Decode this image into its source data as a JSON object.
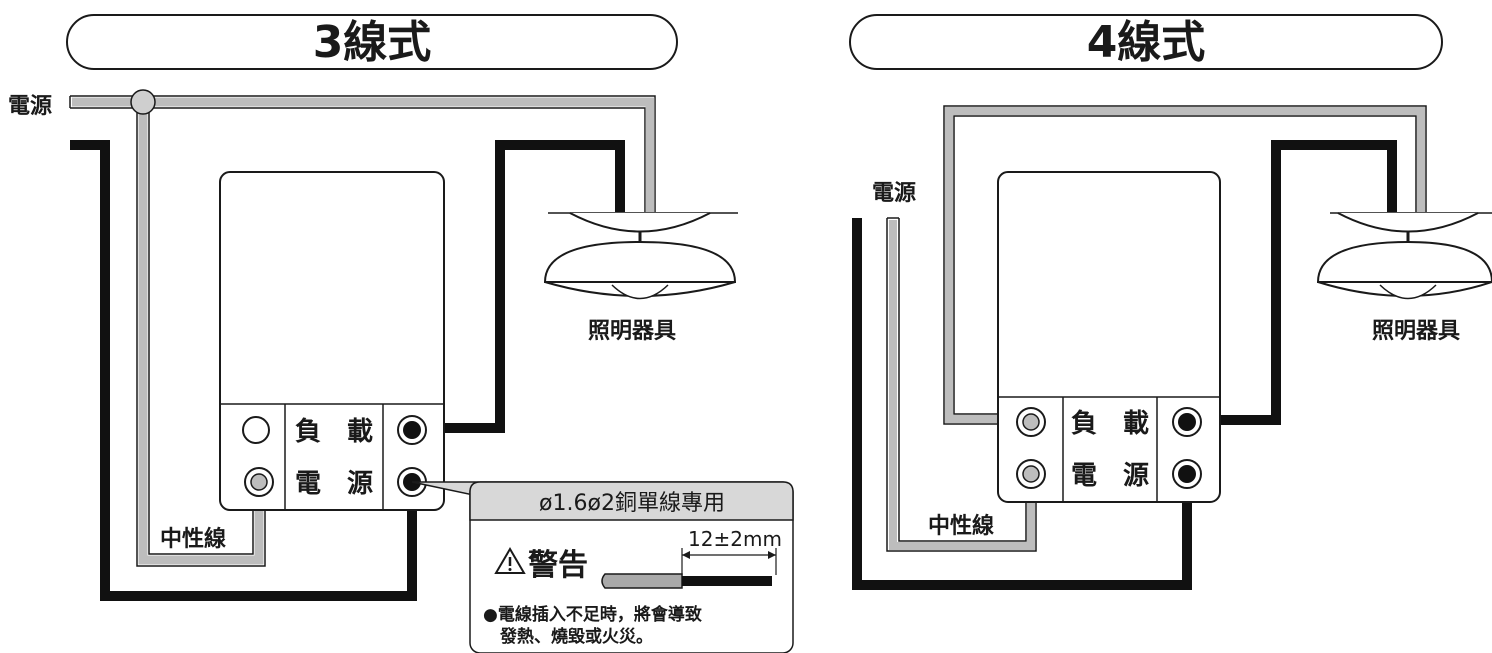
{
  "left": {
    "title": "3線式",
    "power_label": "電源",
    "neutral_label": "中性線",
    "fixture_label": "照明器具",
    "terminals": {
      "load": "負　載",
      "power": "電　源"
    }
  },
  "right": {
    "title": "4線式",
    "power_label": "電源",
    "neutral_label": "中性線",
    "fixture_label": "照明器具",
    "terminals": {
      "load": "負　載",
      "power": "電　源"
    }
  },
  "callout": {
    "spec": "ø1.6ø2銅單線專用",
    "dimension": "12±2mm",
    "warning_title": "警告",
    "warning_line1": "●電線插入不足時，將會導致",
    "warning_line2": "發熱、燒毀或火災。"
  }
}
